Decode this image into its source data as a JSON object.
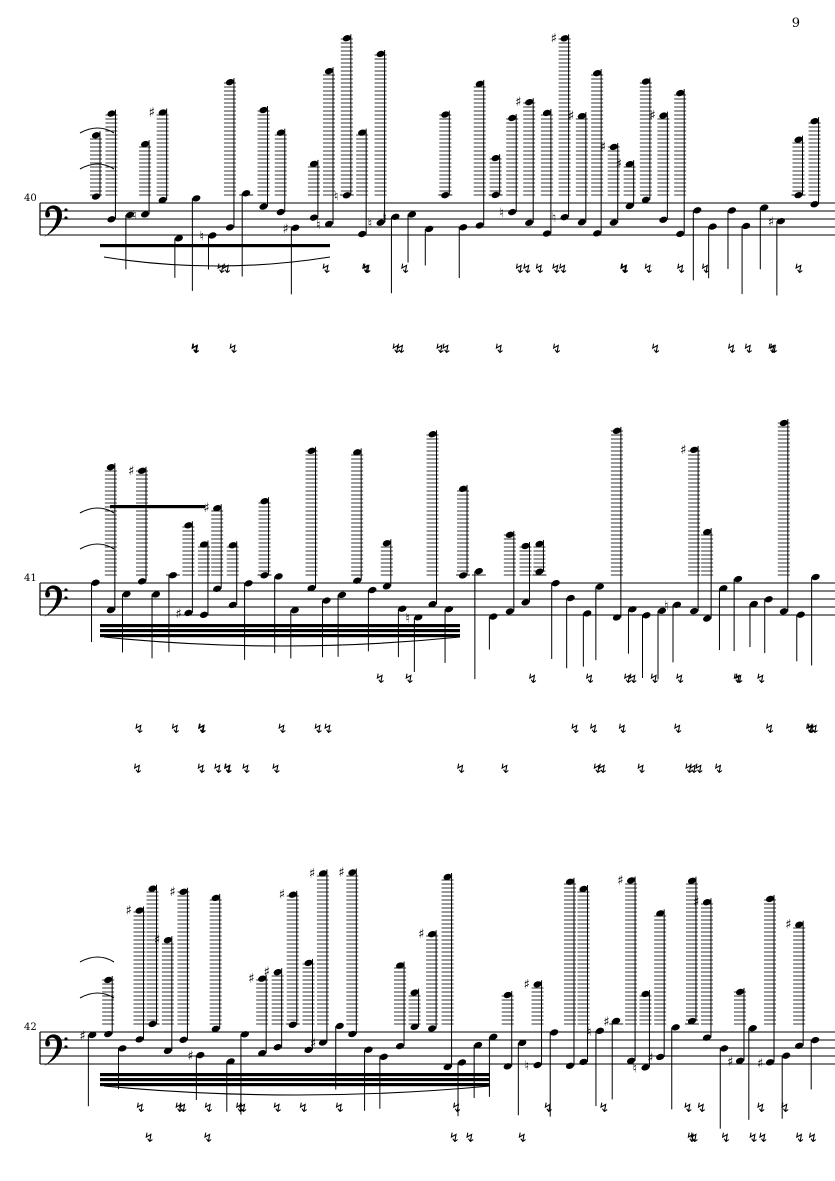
{
  "page": {
    "number": "9"
  },
  "systems": [
    {
      "id": "system-40",
      "measure_number": "40",
      "clef": "bass"
    },
    {
      "id": "system-41",
      "measure_number": "41",
      "clef": "bass"
    },
    {
      "id": "system-42",
      "measure_number": "42",
      "clef": "bass"
    }
  ],
  "colors": {
    "ink": "#000000",
    "paper": "#ffffff"
  },
  "glyphs": {
    "clef": "bass-clef-icon",
    "sharp": "sharp-icon",
    "natural": "natural-icon",
    "rest": "quarter-rest-icon"
  }
}
